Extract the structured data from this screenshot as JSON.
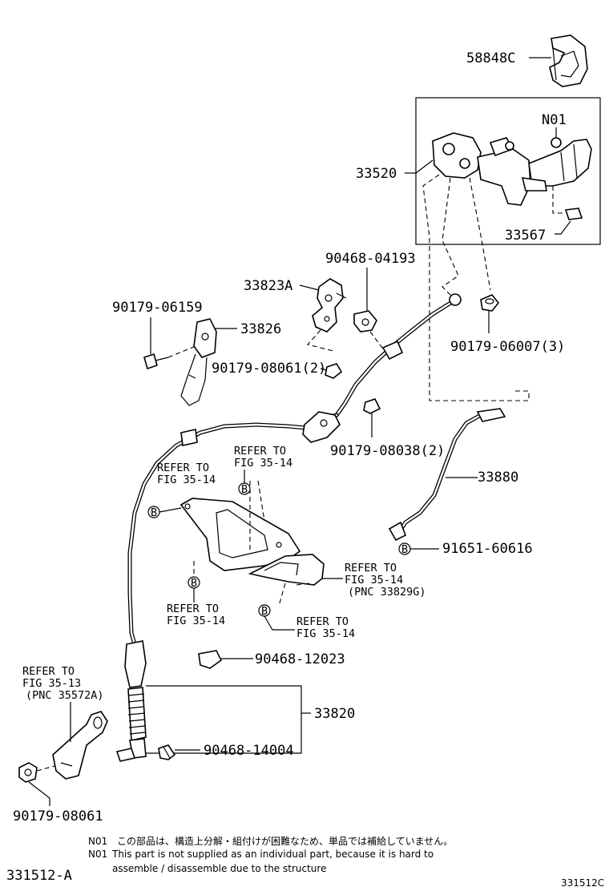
{
  "parts": {
    "p58848c": "58848C",
    "n01": "N01",
    "p33520": "33520",
    "p33567": "33567",
    "p90468_04193": "90468-04193",
    "p33823a": "33823A",
    "p90179_06159": "90179-06159",
    "p33826": "33826",
    "p90179_08061_2": "90179-08061(2)",
    "p90179_06007_3": "90179-06007(3)",
    "p90179_08038_2": "90179-08038(2)",
    "p33880": "33880",
    "p91651_60616": "91651-60616",
    "p90468_12023": "90468-12023",
    "p33820": "33820",
    "p90468_14004": "90468-14004",
    "p90179_08061": "90179-08061"
  },
  "refs": {
    "refer_to": "REFER TO",
    "fig_35_14": "FIG 35-14",
    "fig_35_13": "FIG 35-13",
    "pnc_33829g": "(PNC 33829G)",
    "pnc_35572a": "(PNC 35572A)"
  },
  "marker_b": "B",
  "notes": {
    "n01_label": "N01",
    "jp": "この部品は、構造上分解・組付けが困難なため、単品では補給していません。",
    "en_line1": "This part is not supplied as an individual part, because it is hard to",
    "en_line2": "assemble / disassemble due to the structure"
  },
  "footer": {
    "left_code": "331512-A",
    "right_code": "331512C"
  }
}
